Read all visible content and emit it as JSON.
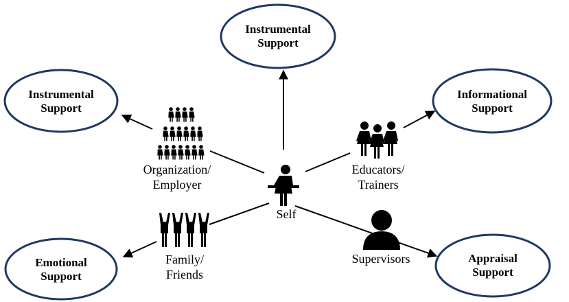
{
  "support_nodes": [
    {
      "line1": "Instrumental",
      "line2": "Support"
    },
    {
      "line1": "Instrumental",
      "line2": "Support"
    },
    {
      "line1": "Informational",
      "line2": "Support"
    },
    {
      "line1": "Emotional",
      "line2": "Support"
    },
    {
      "line1": "Appraisal",
      "line2": "Support"
    }
  ],
  "source_nodes": [
    {
      "line1": "Organization/",
      "line2": "Employer",
      "icon": "crowd-icon"
    },
    {
      "line1": "Educators/",
      "line2": "Trainers",
      "icon": "three-women-icon"
    },
    {
      "line1": "Family/",
      "line2": "Friends",
      "icon": "cheering-group-icon"
    },
    {
      "line1": "Supervisors",
      "icon": "supervisor-bust-icon"
    }
  ],
  "center": {
    "label": "Self",
    "icon": "person-shrug-icon"
  },
  "colors": {
    "ellipse_stroke": "#1f3864",
    "line": "#000000",
    "icon": "#000000"
  }
}
